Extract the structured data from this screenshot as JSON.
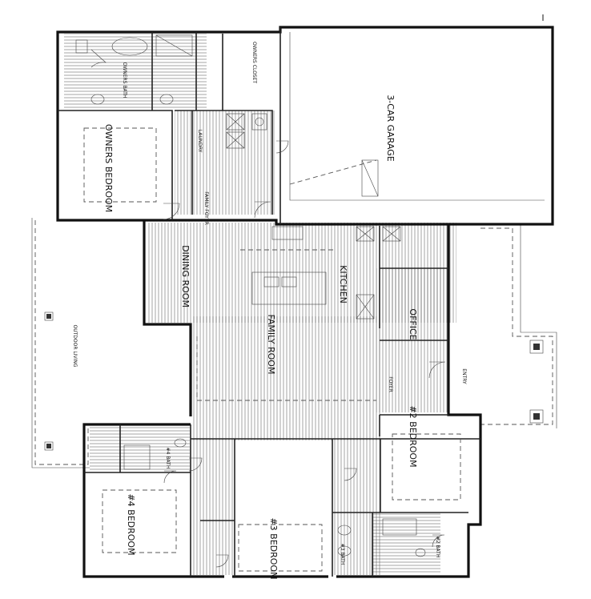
{
  "rooms": {
    "owners_bedroom": "OWNERS BEDROOM",
    "garage": "3-CAR GARAGE",
    "dining": "DINING ROOM",
    "kitchen": "KITCHEN",
    "family_room": "FAMILY ROOM",
    "office": "OFFICE",
    "outdoor_living": "OUTDOOR LIVING",
    "bedroom2": "#2 BEDROOM",
    "bedroom3": "#3 BEDROOM",
    "bedroom4": "#4 BEDROOM",
    "owners_bath": "OWNERS BATH",
    "owners_closet": "OWNERS CLOSET",
    "laundry": "LAUNDRY",
    "foyer": "FOYER",
    "entry": "ENTRY",
    "family_foyer": "FAMILY FOYER",
    "bath2": "#2 BATH",
    "bath3": "#3 BATH",
    "bath4": "#4 BATH"
  }
}
